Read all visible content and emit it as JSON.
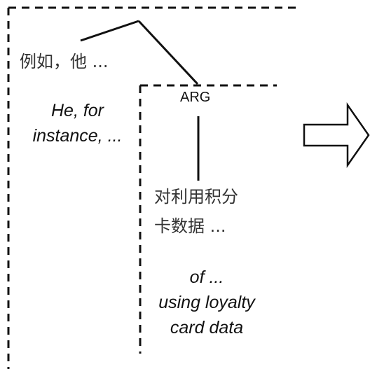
{
  "diagram": {
    "outer_chinese": "例如，他 ...",
    "outer_english_lines": [
      "He, for",
      "instance, ..."
    ],
    "arg_label": "ARG",
    "inner_chinese_lines": [
      "对利用积分",
      "卡数据 ..."
    ],
    "inner_english_lines": [
      "of ...",
      "using loyalty",
      "card data"
    ]
  },
  "colors": {
    "line": "#111111",
    "text": "#111111"
  }
}
